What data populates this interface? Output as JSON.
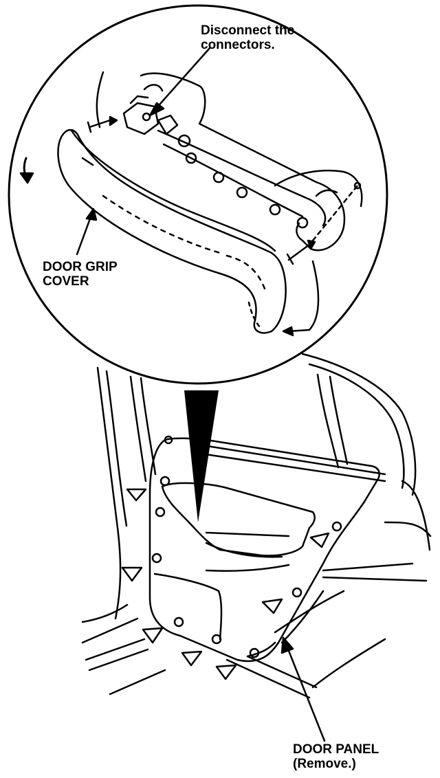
{
  "labels": {
    "disconnect": [
      "Disconnect the",
      "connectors."
    ],
    "grip_cover": [
      "DOOR GRIP",
      "COVER"
    ],
    "door_panel": [
      "DOOR PANEL",
      "(Remove.)"
    ]
  }
}
